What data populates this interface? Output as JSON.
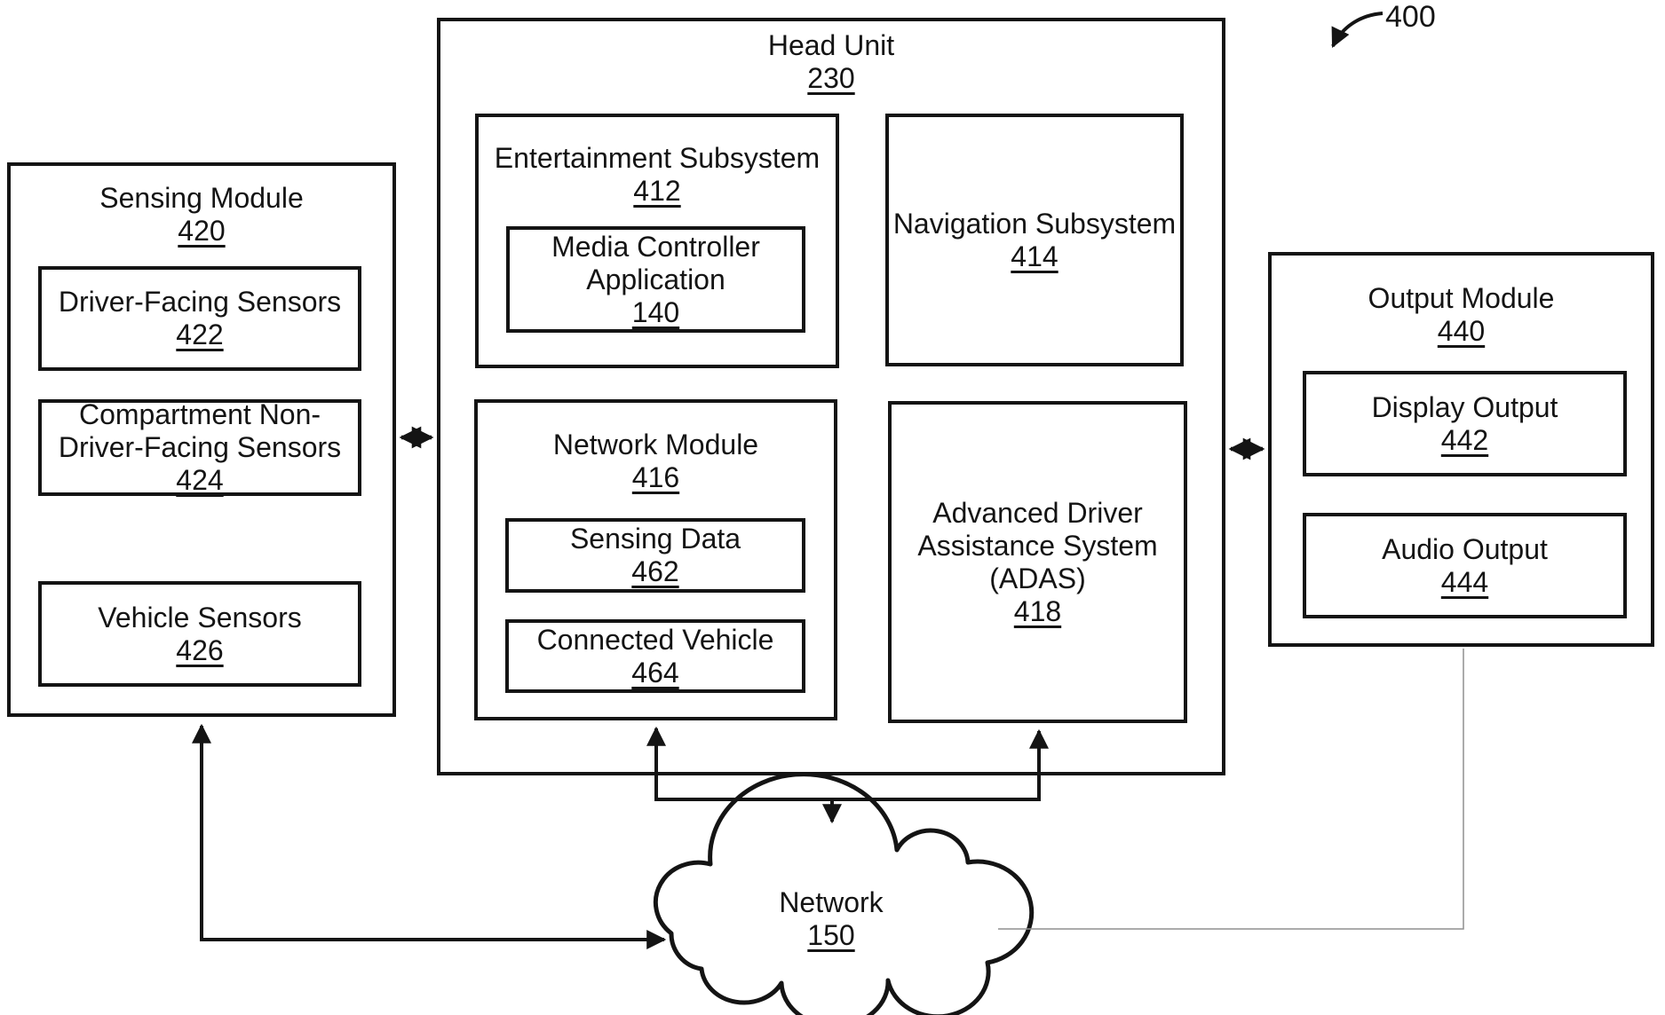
{
  "figure": {
    "ref_label": "400"
  },
  "colors": {
    "ink": "#141414",
    "thin_line": "#8f8f8f",
    "background": "#ffffff"
  },
  "sensing_module": {
    "title": "Sensing Module",
    "ref": "420",
    "children": [
      {
        "lines": [
          "Driver-Facing Sensors"
        ],
        "ref": "422"
      },
      {
        "lines": [
          "Compartment Non-",
          "Driver-Facing Sensors"
        ],
        "ref": "424"
      },
      {
        "lines": [
          "Vehicle Sensors"
        ],
        "ref": "426"
      }
    ]
  },
  "head_unit": {
    "title": "Head Unit",
    "ref": "230",
    "entertainment_subsystem": {
      "title": "Entertainment Subsystem",
      "ref": "412",
      "media_controller_application": {
        "lines": [
          "Media Controller",
          "Application"
        ],
        "ref": "140"
      }
    },
    "navigation_subsystem": {
      "title": "Navigation Subsystem",
      "ref": "414"
    },
    "network_module": {
      "title": "Network Module",
      "ref": "416",
      "sensing_data": {
        "title": "Sensing Data",
        "ref": "462"
      },
      "connected_vehicle": {
        "title": "Connected Vehicle",
        "ref": "464"
      }
    },
    "adas": {
      "lines": [
        "Advanced Driver",
        "Assistance System",
        "(ADAS)"
      ],
      "ref": "418"
    }
  },
  "output_module": {
    "title": "Output Module",
    "ref": "440",
    "display_output": {
      "title": "Display Output",
      "ref": "442"
    },
    "audio_output": {
      "title": "Audio Output",
      "ref": "444"
    }
  },
  "network_cloud": {
    "title": "Network",
    "ref": "150"
  }
}
